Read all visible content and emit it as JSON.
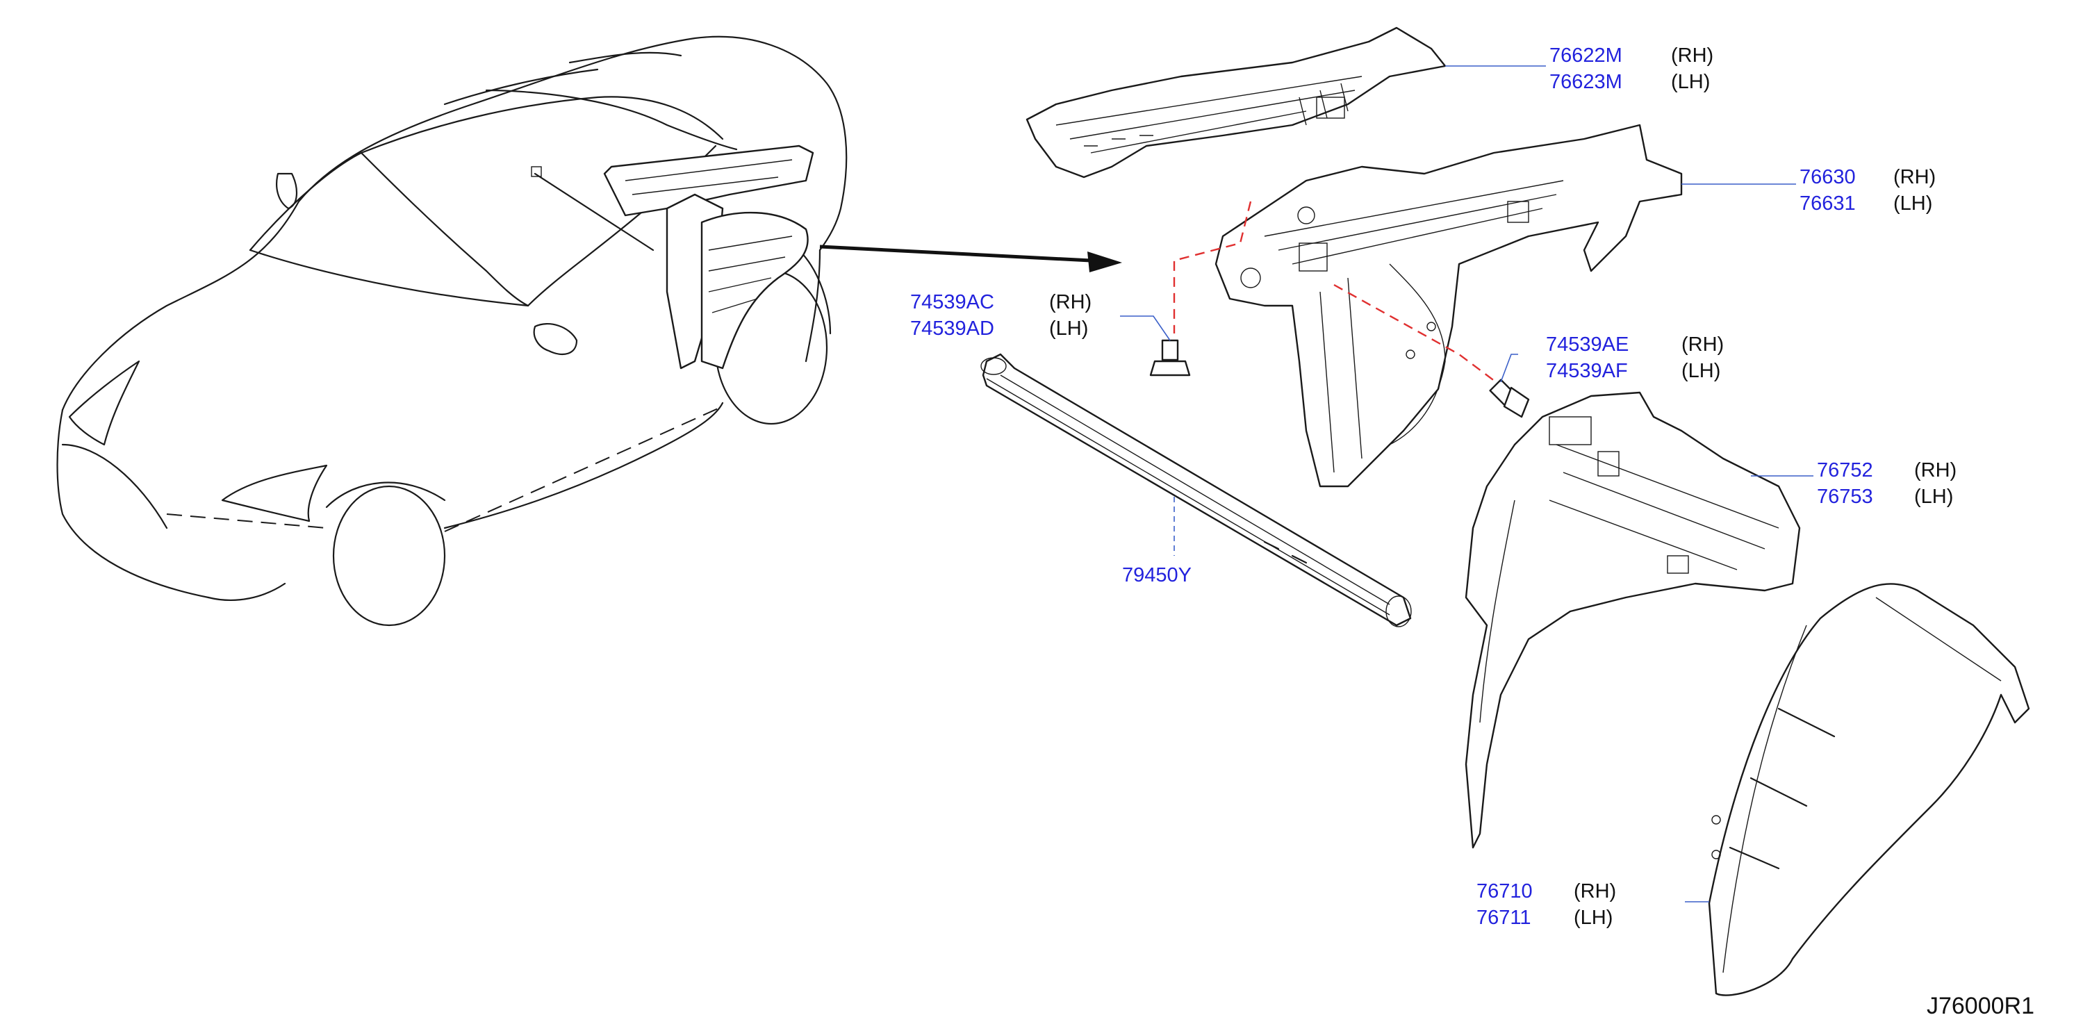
{
  "diagram": {
    "code": "J76000R1",
    "parts": [
      {
        "id": "upper_rail",
        "part_numbers": [
          "76622M",
          "76623M"
        ],
        "sides": [
          "(RH)",
          "(LH)"
        ]
      },
      {
        "id": "inner_panel",
        "part_numbers": [
          "76630",
          "76631"
        ],
        "sides": [
          "(RH)",
          "(LH)"
        ]
      },
      {
        "id": "bolt_left",
        "part_numbers": [
          "74539AC",
          "74539AD"
        ],
        "sides": [
          "(RH)",
          "(LH)"
        ]
      },
      {
        "id": "bolt_right",
        "part_numbers": [
          "74539AE",
          "74539AF"
        ],
        "sides": [
          "(RH)",
          "(LH)"
        ]
      },
      {
        "id": "inner_housing",
        "part_numbers": [
          "76752",
          "76753"
        ],
        "sides": [
          "(RH)",
          "(LH)"
        ]
      },
      {
        "id": "tube",
        "part_numbers": [
          "79450Y"
        ],
        "sides": []
      },
      {
        "id": "outer_housing",
        "part_numbers": [
          "76710",
          "76711"
        ],
        "sides": [
          "(RH)",
          "(LH)"
        ]
      }
    ]
  }
}
